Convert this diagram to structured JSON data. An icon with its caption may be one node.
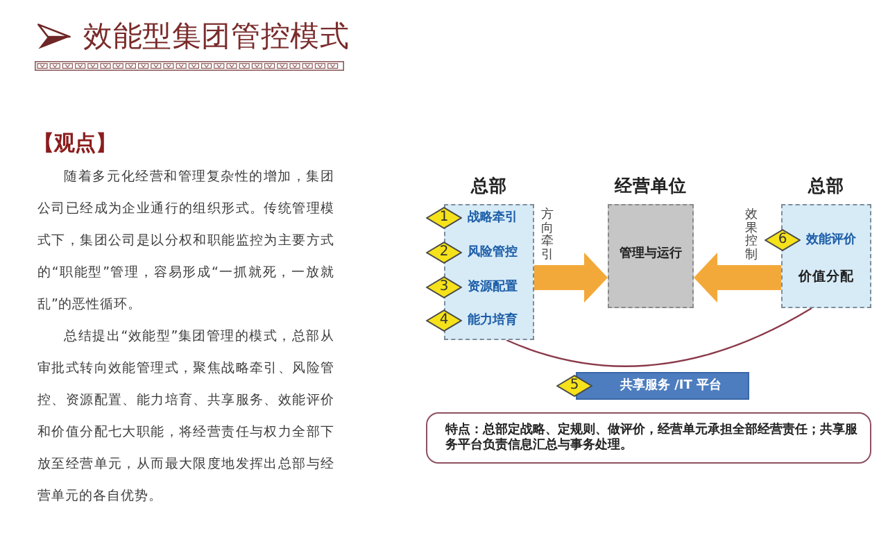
{
  "diagram": {
    "title": "效能型集团管控模式",
    "nodes": [
      {
        "text": [
          "总部"
        ]
      },
      {
        "text": [
          "1"
        ],
        "beside": [
          "战略牵引"
        ]
      },
      {
        "text": [
          "2"
        ],
        "beside": [
          "风险管控"
        ]
      },
      {
        "text": [
          "3"
        ],
        "beside": [
          "资源配置"
        ]
      },
      {
        "text": [
          "4"
        ],
        "beside": [
          "能力培育"
        ]
      },
      {
        "text": [
          "经营单位",
          "管理与运行"
        ]
      },
      {
        "text": [
          "总部",
          "价值分配"
        ]
      },
      {
        "text": [
          "6"
        ],
        "beside": [
          "效能评价"
        ]
      },
      {
        "text": [
          "5"
        ]
      },
      {
        "text": [
          "共享服务 /IT 平台"
        ]
      },
      {
        "text": [
          "特点：总部定战略、定规则、做评价，经营单元承担全部经营责任；共享服务平台负责信息汇总与事务处理。"
        ]
      }
    ],
    "edges": [
      {
        "from": 0,
        "to": 5,
        "arrow": "to",
        "label": "方向牵引"
      },
      {
        "from": 6,
        "to": 5,
        "arrow": "to",
        "label": "效果控制"
      },
      {
        "from": 0,
        "to": 6,
        "arrow": "none",
        "color": "#8b3a4a"
      }
    ],
    "labels": [
      "【观点】",
      "随着多元化经营和管理复杂性的增加，集团公司已经成为企业通行的组织形式。传统管理模式下，集团公司是以分权和职能监控为主要方式的“职能型”管理，容易形成“一抓就死，一放就乱”的恶性循环。",
      "总结提出“效能型”集团管理的模式，总部从审批式转向效能管理式，聚焦战略牵引、风险管控、资源配置、能力培育、共享服务、效能评价和价值分配七大职能，将经营责任与权力全部下放至经营单元，从而最大限度地发挥出总部与经营单元的各自优势。"
    ]
  }
}
